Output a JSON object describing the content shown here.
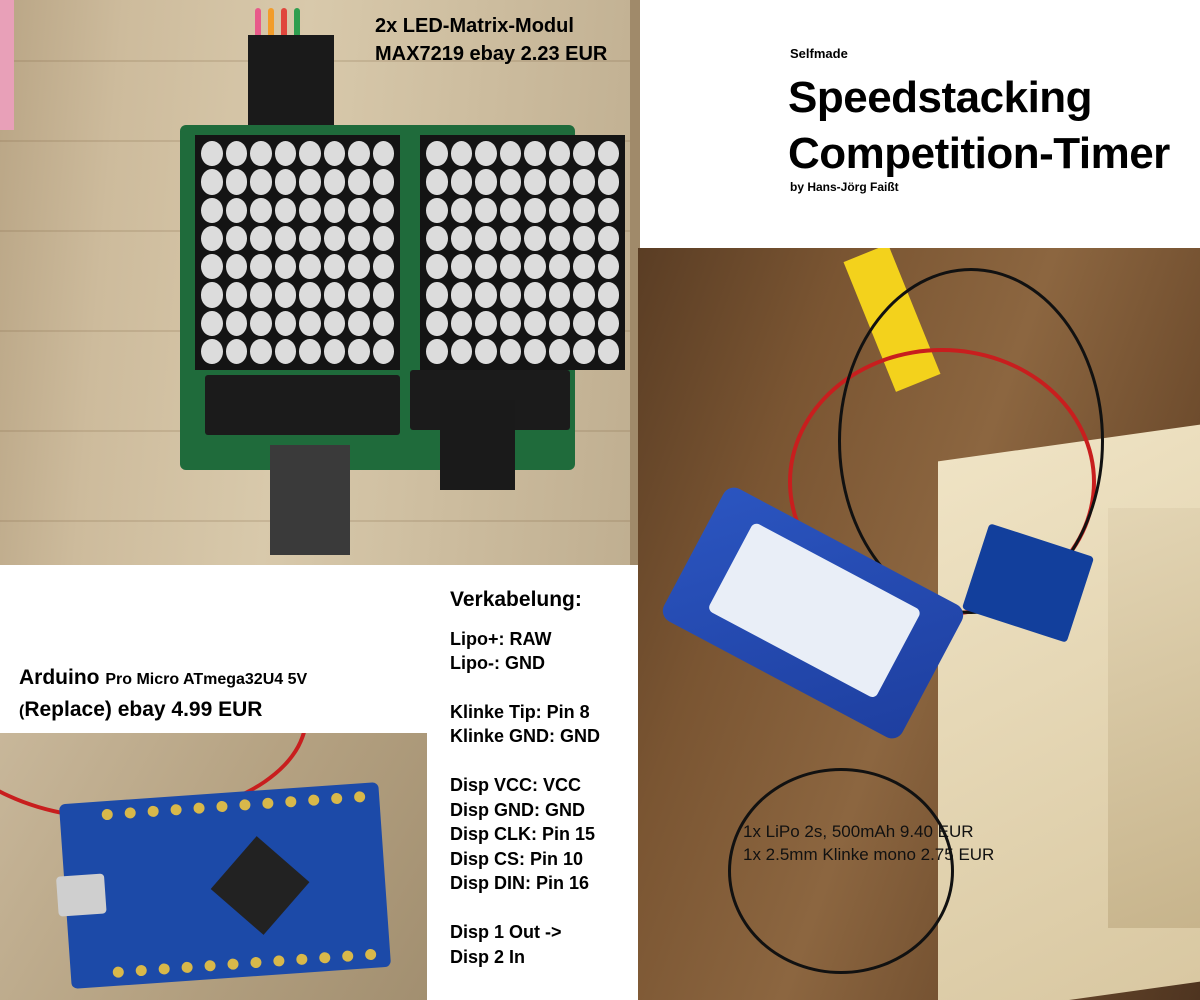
{
  "led_caption": {
    "line1": "2x LED-Matrix-Modul",
    "line2": "MAX7219 ebay 2.23 EUR"
  },
  "title_box": {
    "kicker": "Selfmade",
    "title_line1": "Speedstacking",
    "title_line2": "Competition-Timer",
    "byline": "by Hans-Jörg Faißt"
  },
  "arduino": {
    "name": "Arduino",
    "model": "Pro Micro ATmega32U4 5V",
    "paren_open": "(",
    "replace_rest": "Replace) ebay 4.99 EUR"
  },
  "wiring": {
    "heading": "Verkabelung:",
    "groups": [
      [
        "Lipo+: RAW",
        "Lipo-: GND"
      ],
      [
        "Klinke Tip: Pin 8",
        "Klinke GND: GND"
      ],
      [
        "Disp VCC: VCC",
        "Disp GND: GND",
        "Disp CLK: Pin 15",
        "Disp CS: Pin 10",
        "Disp DIN: Pin 16"
      ],
      [
        "Disp 1 Out ->",
        "Disp 2 In"
      ]
    ]
  },
  "lipo_caption": {
    "line1": "1x LiPo 2s, 500mAh 9.40 EUR",
    "line2": "1x 2.5mm Klinke mono 2.75 EUR"
  },
  "colors": {
    "wood": "#cdbb9c",
    "pcb_green": "#1f6b3b",
    "arduino_blue": "#1c4aa8",
    "battery_blue": "#2b55c0"
  }
}
